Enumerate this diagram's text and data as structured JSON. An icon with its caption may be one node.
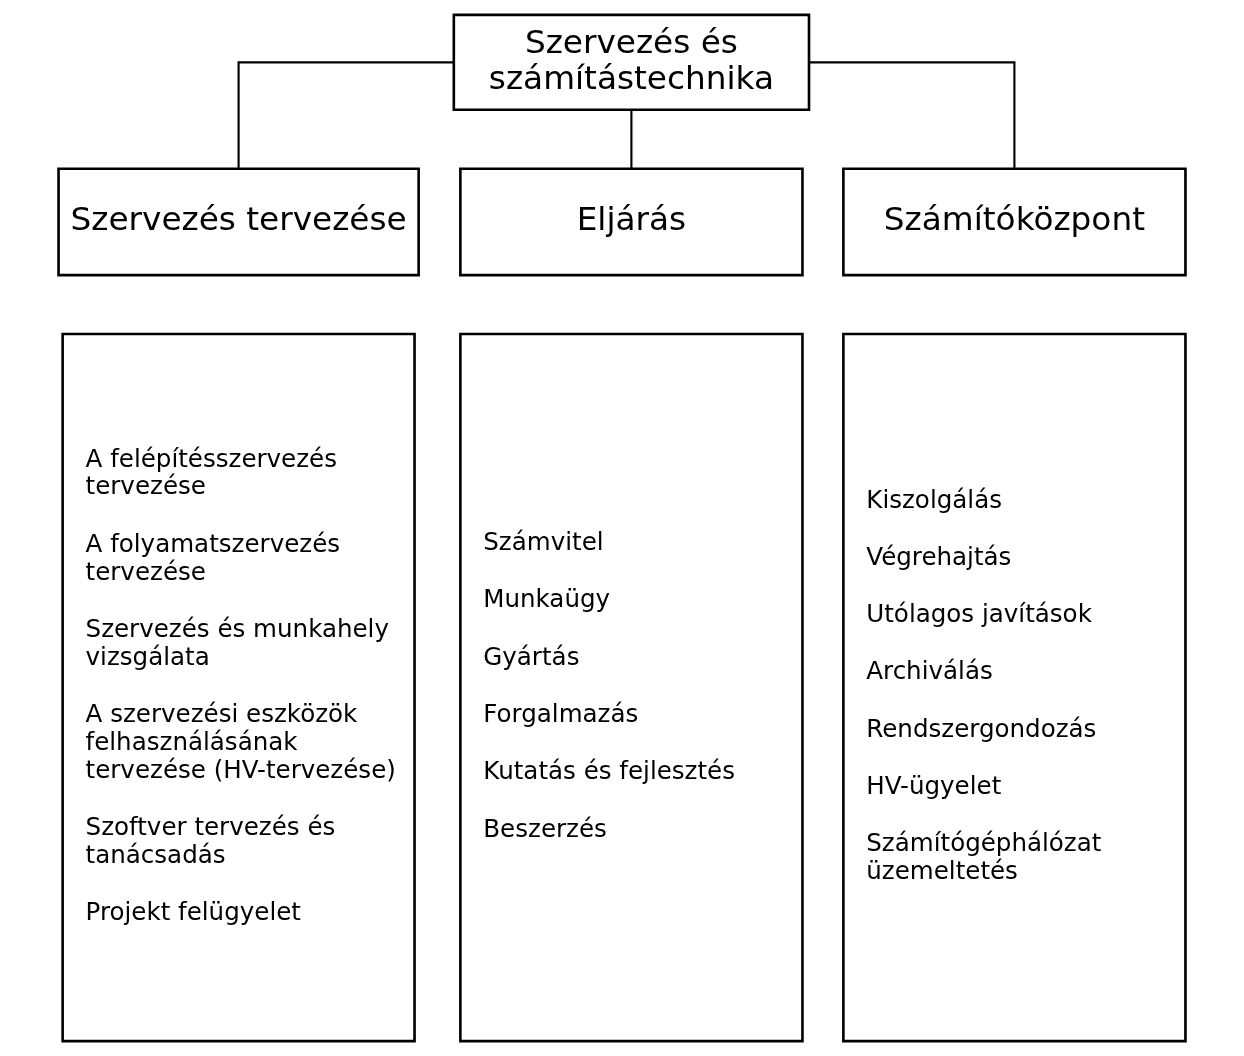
{
  "diagram": {
    "nodes": [
      {
        "text": [
          "Szervezés és számítástechnika"
        ]
      },
      {
        "text": [
          "Szervezés tervezése"
        ]
      },
      {
        "text": [
          "Eljárás"
        ]
      },
      {
        "text": [
          "Számítóközpont"
        ]
      },
      {
        "text": [
          "A felépítésszervezés tervezése",
          "A folyamatszervezés tervezése",
          "Szervezés és munkahely vizsgálata",
          "A szervezési eszközök felhasználásának tervezése (HV-tervezése)",
          "Szoftver tervezés és tanácsadás",
          "Projekt felügyelet"
        ]
      },
      {
        "text": [
          "Számvitel",
          "Munkaügy",
          "Gyártás",
          "Forgalmazás",
          "Kutatás és fejlesztés",
          "Beszerzés"
        ]
      },
      {
        "text": [
          "Kiszolgálás",
          "Végrehajtás",
          "Utólagos javítások",
          "Archiválás",
          "Rendszergondozás",
          "HV-ügyelet",
          "Számítógéphálózat üzemeltetés"
        ]
      }
    ],
    "edges": [
      {
        "from": 0,
        "to": 1,
        "arrow": "none"
      },
      {
        "from": 0,
        "to": 2,
        "arrow": "none"
      },
      {
        "from": 0,
        "to": 3,
        "arrow": "none"
      }
    ]
  }
}
